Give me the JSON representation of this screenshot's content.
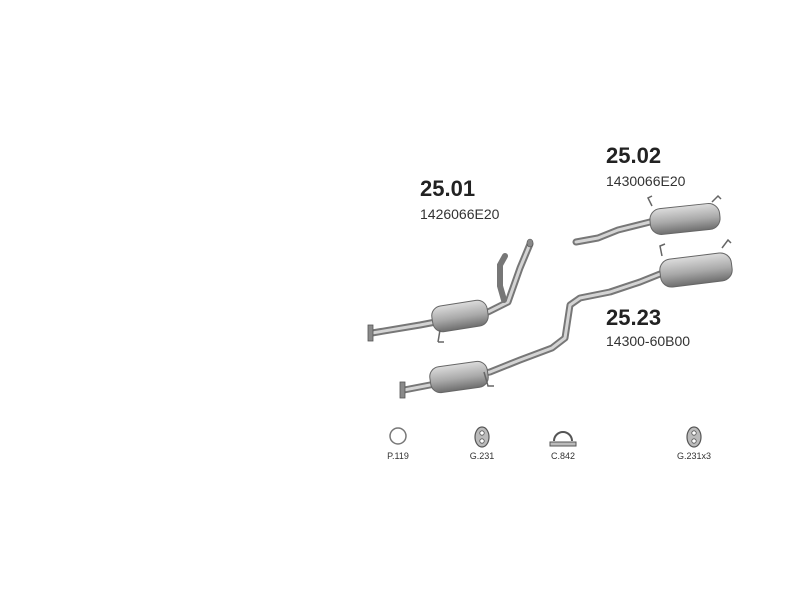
{
  "parts": [
    {
      "number": "25.01",
      "code": "1426066E20"
    },
    {
      "number": "25.02",
      "code": "1430066E20"
    },
    {
      "number": "25.23",
      "code": "14300-60B00"
    }
  ],
  "accessories": [
    {
      "label": "P.119"
    },
    {
      "label": "G.231"
    },
    {
      "label": "C.842"
    },
    {
      "label": "G.231x3"
    }
  ]
}
